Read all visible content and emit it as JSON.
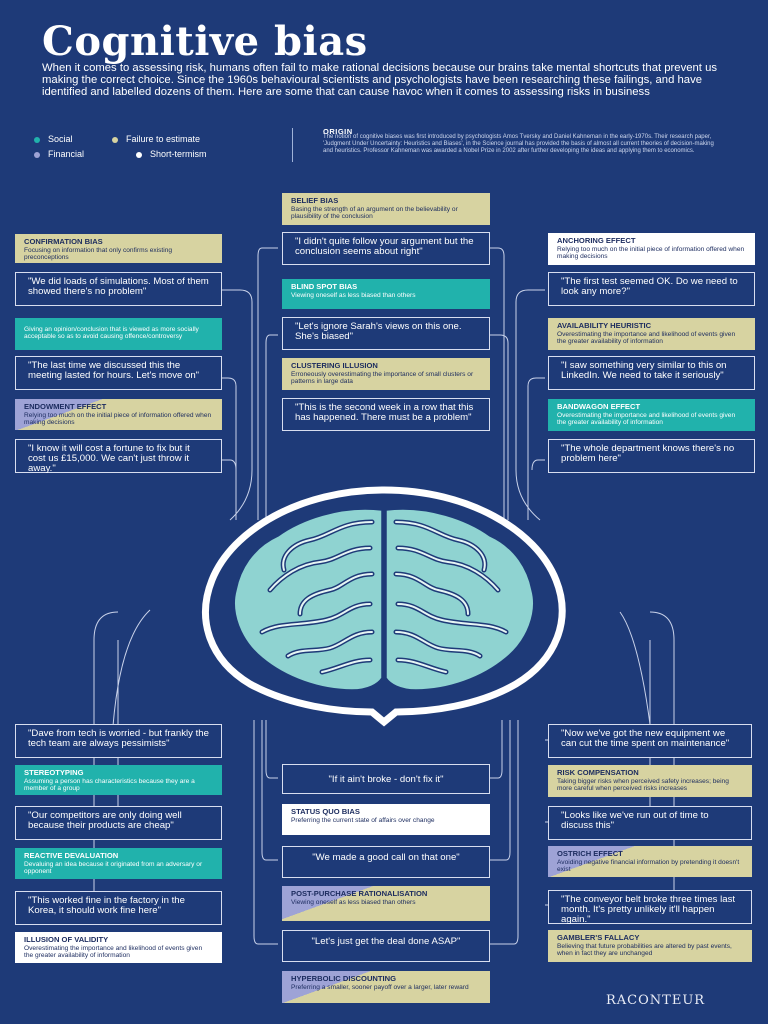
{
  "title": "Cognitive bias",
  "intro": "When it comes to assessing risk, humans often fail to make rational decisions because our brains take mental shortcuts that prevent us making the correct choice. Since the 1960s behavioural scientists and psychologists have been researching these failings, and have identified and labelled dozens of them. Here are some that can cause havoc when it comes to assessing risks in business",
  "legend": [
    {
      "label": "Social",
      "color": "#21b2ac"
    },
    {
      "label": "Failure to estimate",
      "color": "#d7d3a1"
    },
    {
      "label": "Financial",
      "color": "#9ea3d6"
    },
    {
      "label": "Short-termism",
      "color": "#ffffff"
    }
  ],
  "origin": {
    "label": "ORIGIN",
    "text": "The notion of cognitive biases was first introduced by psychologists Amos Tversky and Daniel Kahneman in the early-1970s. Their research paper, 'Judgment Under Uncertainty: Heuristics and Biases', in the Science journal has provided the basis of almost all current theories of decision-making and heuristics. Professor Kahneman was awarded a Nobel Prize in 2002 after further developing the ideas and applying them to economics."
  },
  "biases": {
    "belief": {
      "title": "BELIEF BIAS",
      "desc": "Basing the strength of an argument on the believability or plausibility of the conclusion",
      "quote": "\"I didn't quite follow your argument but the conclusion seems about right\""
    },
    "confirmation": {
      "title": "CONFIRMATION BIAS",
      "desc": "Focusing on information that only confirms existing preconceptions",
      "quote": "\"We did loads of simulations. Most of them showed there's no problem\""
    },
    "anchoring": {
      "title": "ANCHORING EFFECT",
      "desc": "Relying too much on the initial piece of information offered when making decisions",
      "quote": "\"The first test seemed OK. Do we need to look any more?\""
    },
    "blindspot": {
      "title": "BLIND SPOT BIAS",
      "desc": "Viewing oneself as less biased than others",
      "quote": "\"Let's ignore Sarah's views on this one. She's biased\""
    },
    "courtesy": {
      "title": "",
      "desc": "Giving an opinion/conclusion that is viewed as more socially acceptable so as to avoid causing offence/controversy",
      "quote": "\"The last time we discussed this the meeting lasted for hours. Let's move on\""
    },
    "availability": {
      "title": "AVAILABILITY HEURISTIC",
      "desc": "Overestimating the importance and likelihood of events given the greater availability of information",
      "quote": "\"I saw something very similar to this on LinkedIn. We need to take it seriously\""
    },
    "clustering": {
      "title": "CLUSTERING ILLUSION",
      "desc": "Erroneously overestimating the importance of small clusters or patterns in large data",
      "quote": "\"This is the second week in a row that this has happened. There must be a problem\""
    },
    "endowment": {
      "title": "ENDOWMENT EFFECT",
      "desc": "Relying too much on the initial piece of information offered when making decisions",
      "quote": "\"I know it will cost a fortune to fix but it cost us £15,000. We can't just throw it away.\""
    },
    "bandwagon": {
      "title": "BANDWAGON EFFECT",
      "desc": "Overestimating the importance and likelihood of events given the greater availability of information",
      "quote": "\"The whole department knows there's no problem here\""
    },
    "stereotyping": {
      "title": "STEREOTYPING",
      "desc": "Assuming a person has characteristics because they are a member of a group",
      "quote": "\"Dave from tech is worried - but frankly the tech team are always pessimists\""
    },
    "risk": {
      "title": "RISK COMPENSATION",
      "desc": "Taking bigger risks when perceived safety increases; being more careful when perceived risks increases",
      "quote": "\"Now we've got the new equipment we can cut the time spent on maintenance\""
    },
    "statusquo": {
      "title": "STATUS QUO BIAS",
      "desc": "Preferring the current state of affairs over change",
      "quote": "\"If it ain't broke - don't fix it\""
    },
    "reactive": {
      "title": "REACTIVE DEVALUATION",
      "desc": "Devaluing an idea because it originated from an adversary or opponent",
      "quote": "\"Our competitors are only doing well because their products are cheap\""
    },
    "ostrich": {
      "title": "OSTRICH EFFECT",
      "desc": "Avoiding negative financial information by pretending it doesn't exist",
      "quote": "\"Looks like we've run out of time to discuss this\""
    },
    "postpurchase": {
      "title": "POST-PURCHASE RATIONALISATION",
      "desc": "Viewing oneself as less biased than others",
      "quote": "\"We made a good call on that one\""
    },
    "validity": {
      "title": "ILLUSION OF VALIDITY",
      "desc": "Overestimating the importance and likelihood of events given the greater availability of information",
      "quote": "\"This worked fine in the factory in the Korea, it should work fine here\""
    },
    "gambler": {
      "title": "GAMBLER'S FALLACY",
      "desc": "Believing that future probabilities are altered by past events, when in fact they are unchanged",
      "quote": "\"The conveyor belt broke three times last month. It's pretty unlikely it'll happen again.\""
    },
    "hyperbolic": {
      "title": "HYPERBOLIC DISCOUNTING",
      "desc": "Preferring a smaller, sooner payoff over a larger, later reward",
      "quote": "\"Let's just get the deal done ASAP\""
    }
  },
  "brand": "RACONTEUR"
}
